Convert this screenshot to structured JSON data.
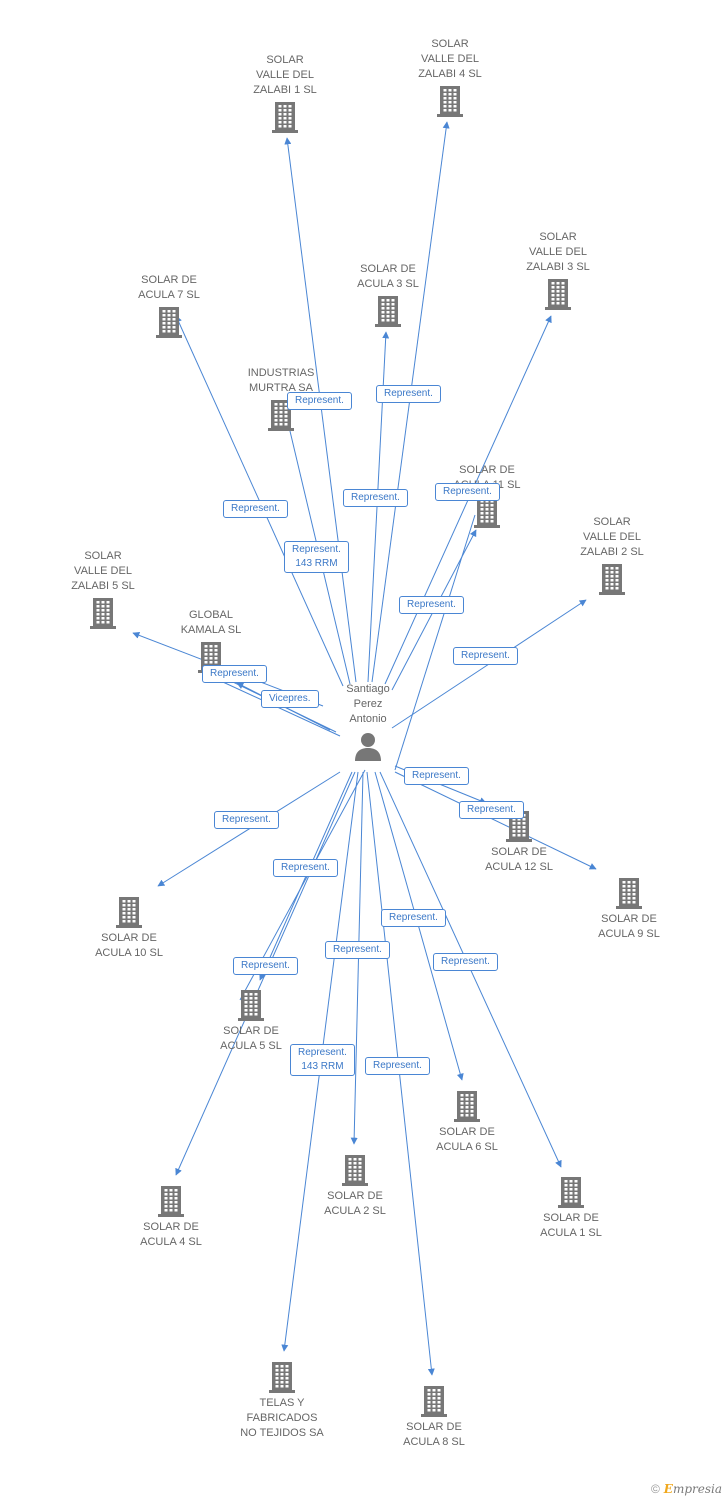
{
  "center": {
    "label": "Santiago\nPerez\nAntonio"
  },
  "nodes": [
    {
      "id": "vz1",
      "label": "SOLAR\nVALLE DEL\nZALABI 1 SL"
    },
    {
      "id": "vz4",
      "label": "SOLAR\nVALLE DEL\nZALABI 4 SL"
    },
    {
      "id": "a7",
      "label": "SOLAR DE\nACULA 7 SL"
    },
    {
      "id": "a3",
      "label": "SOLAR DE\nACULA 3 SL"
    },
    {
      "id": "vz3",
      "label": "SOLAR\nVALLE DEL\nZALABI 3 SL"
    },
    {
      "id": "im",
      "label": "INDUSTRIAS\nMURTRA SA"
    },
    {
      "id": "a11",
      "label": "SOLAR DE\nACULA 11 SL"
    },
    {
      "id": "vz2",
      "label": "SOLAR\nVALLE DEL\nZALABI 2 SL"
    },
    {
      "id": "vz5",
      "label": "SOLAR\nVALLE DEL\nZALABI 5 SL"
    },
    {
      "id": "gk",
      "label": "GLOBAL\nKAMALA SL"
    },
    {
      "id": "a12",
      "label": "SOLAR DE\nACULA 12 SL"
    },
    {
      "id": "a9",
      "label": "SOLAR DE\nACULA 9 SL"
    },
    {
      "id": "a10",
      "label": "SOLAR DE\nACULA 10 SL"
    },
    {
      "id": "a5",
      "label": "SOLAR DE\nACULA 5 SL"
    },
    {
      "id": "a6",
      "label": "SOLAR DE\nACULA 6 SL"
    },
    {
      "id": "a2",
      "label": "SOLAR DE\nACULA 2 SL"
    },
    {
      "id": "a1",
      "label": "SOLAR DE\nACULA 1 SL"
    },
    {
      "id": "a4",
      "label": "SOLAR DE\nACULA 4 SL"
    },
    {
      "id": "telas",
      "label": "TELAS Y\nFABRICADOS\nNO TEJIDOS SA"
    },
    {
      "id": "a8",
      "label": "SOLAR DE\nACULA 8 SL"
    }
  ],
  "edge_labels": [
    {
      "id": "e_vz1",
      "text": "Represent."
    },
    {
      "id": "e_a3",
      "text": "Represent."
    },
    {
      "id": "e_vz4",
      "text": "Represent."
    },
    {
      "id": "e_a11",
      "text": "Represent."
    },
    {
      "id": "e_a7",
      "text": "Represent."
    },
    {
      "id": "e_im",
      "text": "Represent.\n143 RRM"
    },
    {
      "id": "e_vz3",
      "text": "Represent."
    },
    {
      "id": "e_vz2",
      "text": "Represent."
    },
    {
      "id": "e_vz5",
      "text": "Represent."
    },
    {
      "id": "e_gk",
      "text": "Vicepres."
    },
    {
      "id": "e_a12",
      "text": "Represent."
    },
    {
      "id": "e_a9",
      "text": "Represent."
    },
    {
      "id": "e_a10",
      "text": "Represent."
    },
    {
      "id": "e_a5",
      "text": "Represent."
    },
    {
      "id": "e_a6",
      "text": "Represent."
    },
    {
      "id": "e_a2",
      "text": "Represent."
    },
    {
      "id": "e_a1",
      "text": "Represent."
    },
    {
      "id": "e_a4",
      "text": "Represent."
    },
    {
      "id": "e_telas",
      "text": "Represent.\n143 RRM"
    },
    {
      "id": "e_a8",
      "text": "Represent."
    }
  ],
  "colors": {
    "edge": "#4a86d4",
    "icon": "#777777",
    "label": "#666666"
  },
  "footer": {
    "copyright": "©",
    "brand_initial": "E",
    "brand_rest": "mpresia"
  }
}
